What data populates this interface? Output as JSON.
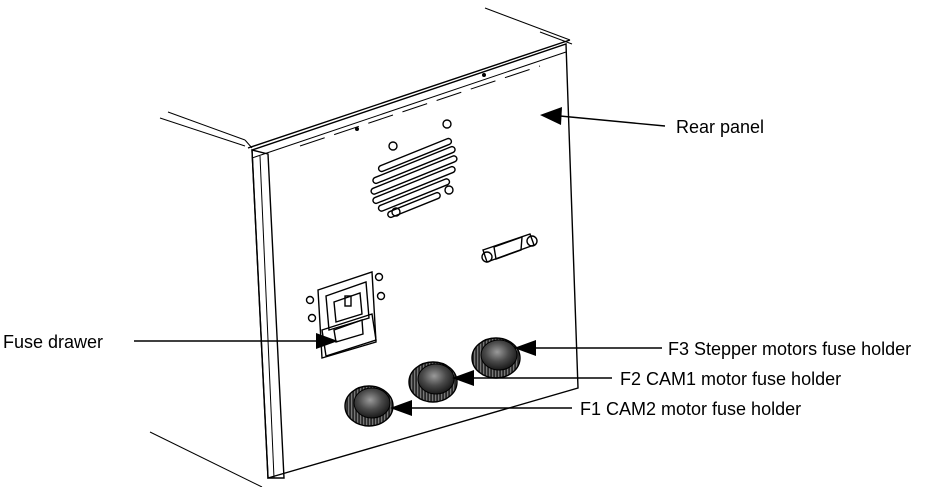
{
  "callouts": {
    "rear_panel": "Rear panel",
    "fuse_drawer": "Fuse drawer",
    "f3_holder": "F3 Stepper motors fuse holder",
    "f2_holder": "F2 CAM1 motor fuse holder",
    "f1_holder": "F1 CAM2 motor fuse holder"
  }
}
